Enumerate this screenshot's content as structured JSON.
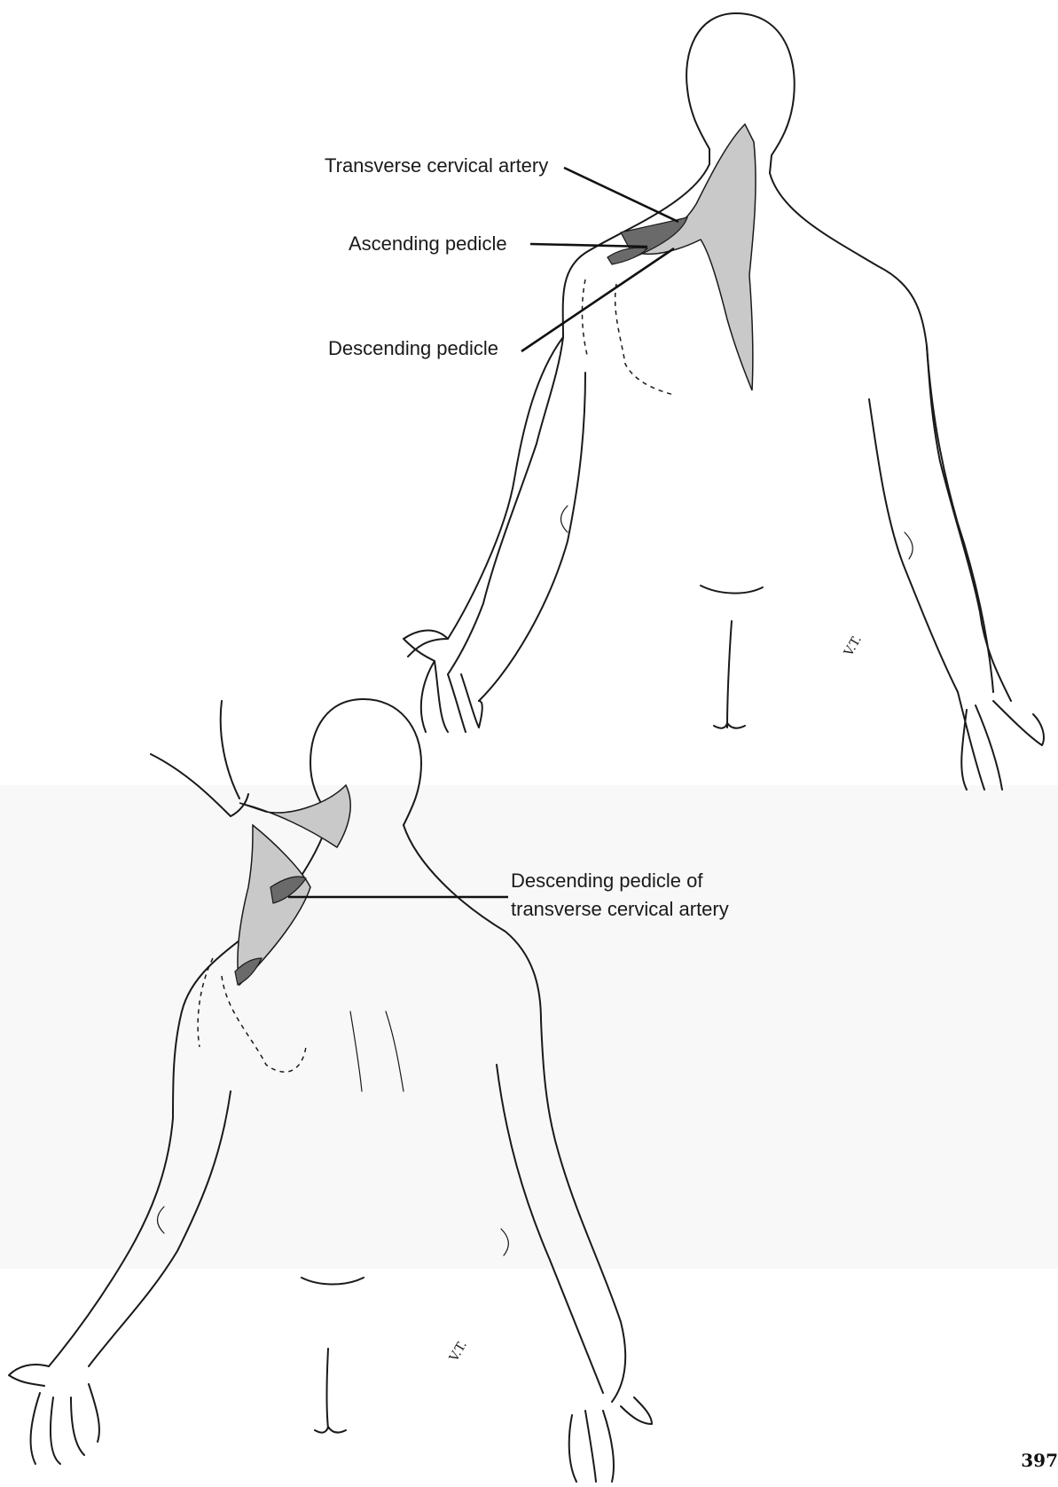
{
  "labels": {
    "transverse_cervical_artery": "Transverse cervical artery",
    "ascending_pedicle": "Ascending pedicle",
    "descending_pedicle": "Descending pedicle",
    "descending_pedicle_of_tca_line1": "Descending pedicle of",
    "descending_pedicle_of_tca_line2": "transverse cervical artery"
  },
  "signatures": {
    "top_figure": "V.T.",
    "bottom_figure": "V.T."
  },
  "page_number": "397"
}
